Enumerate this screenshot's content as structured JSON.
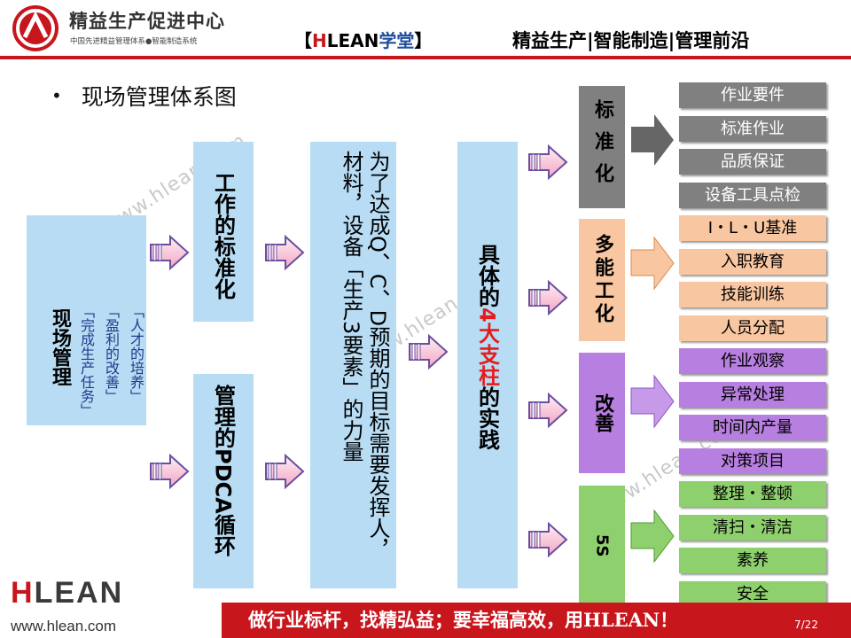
{
  "header": {
    "org_name": "精益生产促进中心",
    "org_subtitle": "中国先进精益管理体系●智能制造系统",
    "brand_open": "【",
    "brand_h": "H",
    "brand_lean": "LEAN",
    "brand_xt": "学堂",
    "brand_close": "】",
    "tagline": "精益生产|智能制造|管理前沿"
  },
  "title": "现场管理体系图",
  "watermark": "www.hlean.com",
  "left_box": {
    "main": "现场管理",
    "goals": [
      "「人才的培养」",
      "「盈利的改善」",
      "「完成生产任务」"
    ]
  },
  "mid_boxes": {
    "top": "工作的标准化",
    "bottom": "管理的PDCA循环"
  },
  "purpose_box": "为了达成Q、C、D预期的目标需要发挥人，材料，设备「生产3要素」的力量",
  "practice_box": {
    "before": "具体的",
    "highlight": "4大支柱",
    "after": "的实践"
  },
  "pillars": [
    {
      "label": "标准化",
      "color": "#808080",
      "item_color": "#808080",
      "items": [
        "作业要件",
        "标准作业",
        "品质保证",
        "设备工具点检"
      ]
    },
    {
      "label": "多能工化",
      "color": "#f8c6a0",
      "item_color": "#f8c6a0",
      "items": [
        "I・L・U基准",
        "入职教育",
        "技能训练",
        "人员分配"
      ]
    },
    {
      "label": "改善",
      "color": "#b77fe0",
      "item_color": "#b77fe0",
      "items": [
        "作业观察",
        "异常处理",
        "时间内产量",
        "对策项目"
      ]
    },
    {
      "label": "5S",
      "color": "#8fd06e",
      "item_color": "#8fd06e",
      "items": [
        "整理・整顿",
        "清扫・清洁",
        "素养",
        "安全"
      ]
    }
  ],
  "footer": {
    "logo_h": "H",
    "logo_rest": "LEAN",
    "url": "www.hlean.com",
    "slogan": "做行业标杆，找精弘益；要幸福高效，用HLEAN！",
    "page": "7/22"
  }
}
